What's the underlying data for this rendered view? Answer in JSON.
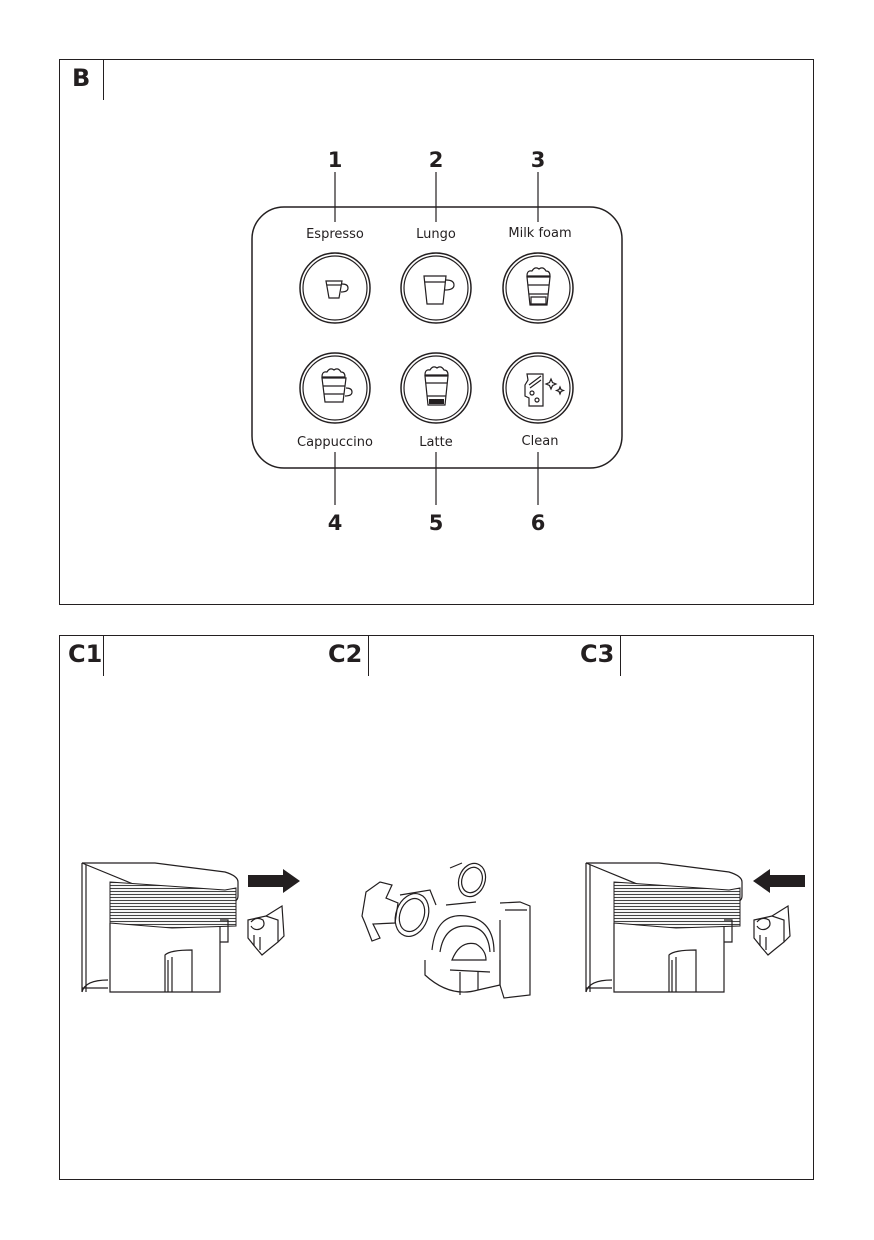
{
  "panels": {
    "b": {
      "tag": "B",
      "buttons": [
        {
          "number": "1",
          "label": "Espresso",
          "icon": "espresso-cup-icon"
        },
        {
          "number": "2",
          "label": "Lungo",
          "icon": "lungo-cup-icon"
        },
        {
          "number": "3",
          "label": "Milk foam",
          "icon": "milk-foam-glass-icon"
        },
        {
          "number": "4",
          "label": "Cappuccino",
          "icon": "cappuccino-cup-icon"
        },
        {
          "number": "5",
          "label": "Latte",
          "icon": "latte-glass-icon"
        },
        {
          "number": "6",
          "label": "Clean",
          "icon": "clean-icon"
        }
      ]
    },
    "c": {
      "steps": [
        {
          "tag": "C1",
          "arrow": "right"
        },
        {
          "tag": "C2"
        },
        {
          "tag": "C3",
          "arrow": "left"
        }
      ]
    }
  }
}
